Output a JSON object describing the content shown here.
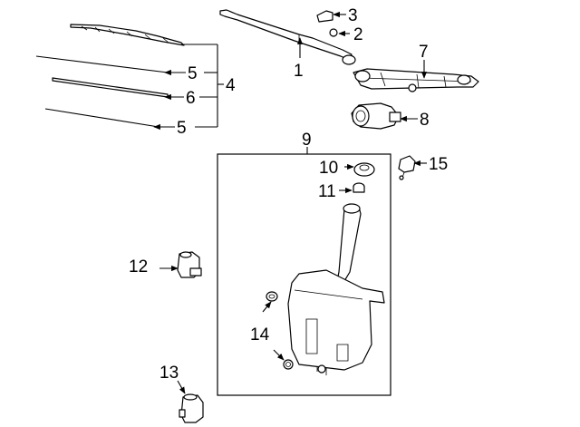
{
  "callouts": [
    {
      "id": "c1",
      "label": "1"
    },
    {
      "id": "c2",
      "label": "2"
    },
    {
      "id": "c3",
      "label": "3"
    },
    {
      "id": "c4",
      "label": "4"
    },
    {
      "id": "c5a",
      "label": "5"
    },
    {
      "id": "c5b",
      "label": "5"
    },
    {
      "id": "c6",
      "label": "6"
    },
    {
      "id": "c7",
      "label": "7"
    },
    {
      "id": "c8",
      "label": "8"
    },
    {
      "id": "c9",
      "label": "9"
    },
    {
      "id": "c10",
      "label": "10"
    },
    {
      "id": "c11",
      "label": "11"
    },
    {
      "id": "c12",
      "label": "12"
    },
    {
      "id": "c13",
      "label": "13"
    },
    {
      "id": "c14",
      "label": "14"
    },
    {
      "id": "c15",
      "label": "15"
    }
  ]
}
